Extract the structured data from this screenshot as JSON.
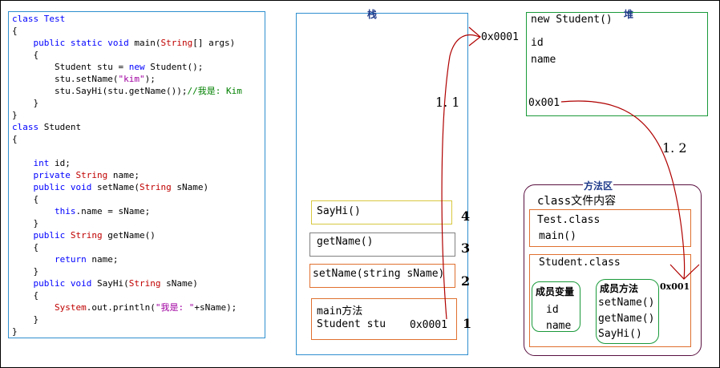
{
  "code": [
    [
      {
        "t": "class Test",
        "c": "kw"
      }
    ],
    [
      {
        "t": "{",
        "c": ""
      }
    ],
    [
      {
        "t": "    ",
        "c": ""
      },
      {
        "t": "public static void",
        "c": "kw"
      },
      {
        "t": " main(",
        "c": ""
      },
      {
        "t": "String",
        "c": "type"
      },
      {
        "t": "[] args)",
        "c": ""
      }
    ],
    [
      {
        "t": "    {",
        "c": ""
      }
    ],
    [
      {
        "t": "        Student stu = ",
        "c": ""
      },
      {
        "t": "new",
        "c": "kw"
      },
      {
        "t": " Student();",
        "c": ""
      }
    ],
    [
      {
        "t": "        stu.setName(",
        "c": ""
      },
      {
        "t": "\"kim\"",
        "c": "str"
      },
      {
        "t": ");",
        "c": ""
      }
    ],
    [
      {
        "t": "        stu.SayHi(stu.getName());",
        "c": ""
      },
      {
        "t": "//我是: Kim",
        "c": "cmt"
      }
    ],
    [
      {
        "t": "    }",
        "c": ""
      }
    ],
    [
      {
        "t": "}",
        "c": ""
      }
    ],
    [
      {
        "t": "class",
        "c": "kw"
      },
      {
        "t": " Student",
        "c": ""
      }
    ],
    [
      {
        "t": "{",
        "c": ""
      }
    ],
    [
      {
        "t": "",
        "c": ""
      }
    ],
    [
      {
        "t": "    ",
        "c": ""
      },
      {
        "t": "int",
        "c": "kw"
      },
      {
        "t": " id;",
        "c": ""
      }
    ],
    [
      {
        "t": "    ",
        "c": ""
      },
      {
        "t": "private",
        "c": "kw"
      },
      {
        "t": " ",
        "c": ""
      },
      {
        "t": "String",
        "c": "type"
      },
      {
        "t": " name;",
        "c": ""
      }
    ],
    [
      {
        "t": "    ",
        "c": ""
      },
      {
        "t": "public void",
        "c": "kw"
      },
      {
        "t": " setName(",
        "c": ""
      },
      {
        "t": "String",
        "c": "type"
      },
      {
        "t": " sName)",
        "c": ""
      }
    ],
    [
      {
        "t": "    {",
        "c": ""
      }
    ],
    [
      {
        "t": "        ",
        "c": ""
      },
      {
        "t": "this",
        "c": "kw"
      },
      {
        "t": ".name = sName;",
        "c": ""
      }
    ],
    [
      {
        "t": "    }",
        "c": ""
      }
    ],
    [
      {
        "t": "    ",
        "c": ""
      },
      {
        "t": "public",
        "c": "kw"
      },
      {
        "t": " ",
        "c": ""
      },
      {
        "t": "String",
        "c": "type"
      },
      {
        "t": " getName()",
        "c": ""
      }
    ],
    [
      {
        "t": "    {",
        "c": ""
      }
    ],
    [
      {
        "t": "        ",
        "c": ""
      },
      {
        "t": "return",
        "c": "kw"
      },
      {
        "t": " name;",
        "c": ""
      }
    ],
    [
      {
        "t": "    }",
        "c": ""
      }
    ],
    [
      {
        "t": "    ",
        "c": ""
      },
      {
        "t": "public void",
        "c": "kw"
      },
      {
        "t": " SayHi(",
        "c": ""
      },
      {
        "t": "String",
        "c": "type"
      },
      {
        "t": " sName)",
        "c": ""
      }
    ],
    [
      {
        "t": "    {",
        "c": ""
      }
    ],
    [
      {
        "t": "        ",
        "c": ""
      },
      {
        "t": "System",
        "c": "type"
      },
      {
        "t": ".out.println(",
        "c": ""
      },
      {
        "t": "\"我是: \"",
        "c": "str"
      },
      {
        "t": "+sName);",
        "c": ""
      }
    ],
    [
      {
        "t": "    }",
        "c": ""
      }
    ],
    [
      {
        "t": "}",
        "c": ""
      }
    ]
  ],
  "stack": {
    "title": "栈",
    "top_address": "0x0001",
    "frames": [
      {
        "label": "SayHi()",
        "num": "4"
      },
      {
        "label": "getName()",
        "num": "3"
      },
      {
        "label": "setName(string sName)",
        "num": "2"
      },
      {
        "label1": "main方法",
        "label2": "Student stu",
        "address": "0x0001",
        "num": "1"
      }
    ]
  },
  "heap": {
    "title": "堆",
    "header": "new Student()",
    "field1": "id",
    "field2": "name",
    "address": "0x001"
  },
  "method_area": {
    "title": "方法区",
    "header": "class文件内容",
    "test_class": "Test.class",
    "test_main": "main()",
    "student_class": "Student.class",
    "vars_title": "成员变量",
    "var1": "id",
    "var2": "name",
    "methods_title": "成员方法",
    "m1": "setName()",
    "m2": "getName()",
    "m3": "SayHi()",
    "address": "0x001"
  },
  "arrows": {
    "label1": "1. 1",
    "label2": "1. 2"
  },
  "colors": {
    "stack_border": "#2f8fcf",
    "heap_border": "#1a9a3a",
    "method_border": "#5a1040",
    "arrow": "#b00000"
  }
}
